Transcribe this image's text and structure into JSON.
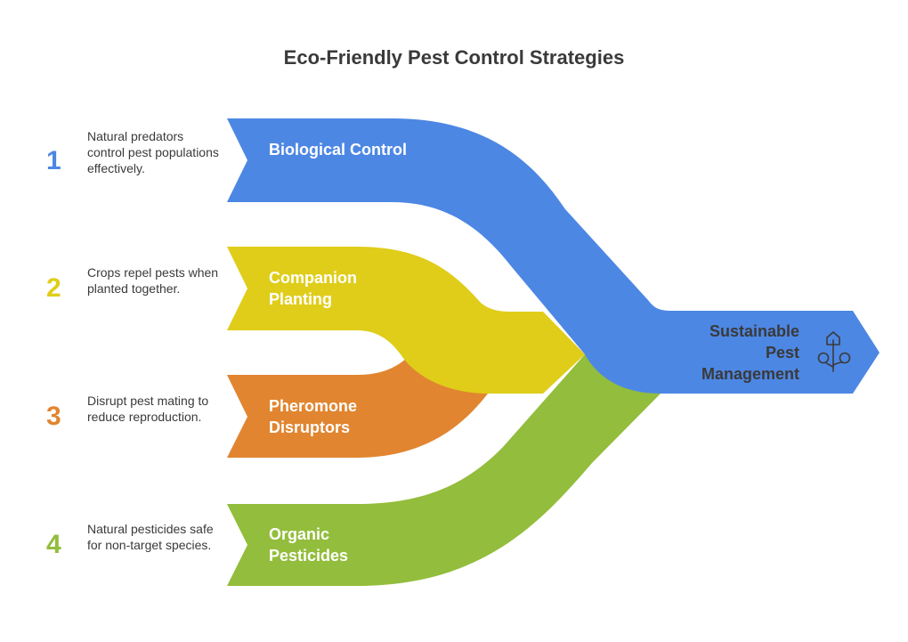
{
  "title": "Eco-Friendly Pest Control Strategies",
  "strategies": [
    {
      "number": "1",
      "label": "Biological Control",
      "description": "Natural predators control pest populations effectively.",
      "color": "#4d87e4"
    },
    {
      "number": "2",
      "label": "Companion Planting",
      "description": "Crops repel pests when planted together.",
      "color": "#dfcd1a"
    },
    {
      "number": "3",
      "label": "Pheromone Disruptors",
      "description": "Disrupt pest mating to reduce reproduction.",
      "color": "#e18530"
    },
    {
      "number": "4",
      "label": "Organic Pesticides",
      "description": "Natural pesticides safe for non-target species.",
      "color": "#93bd3c"
    }
  ],
  "outcome": {
    "label": "Sustainable Pest Management",
    "icon": "plant-sprout-icon",
    "color": "#4d87e4"
  }
}
